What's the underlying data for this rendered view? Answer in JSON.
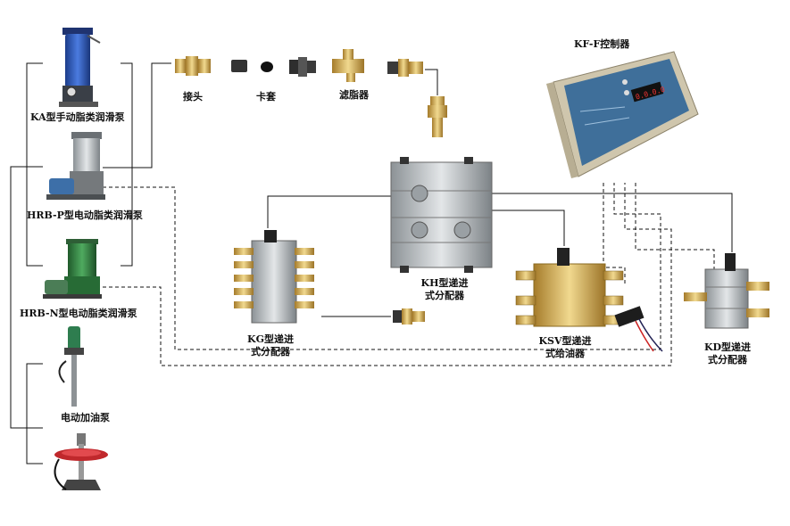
{
  "labels": {
    "ka_pump": "KA型手动脂类润滑泵",
    "hrbp_pump": "HRB-P型电动脂类润滑泵",
    "hrbn_pump": "HRB-N型电动脂类润滑泵",
    "electric_pump": "电动加油泵",
    "joint": "接头",
    "ferrule": "卡套",
    "grease_filter": "滤脂器",
    "controller": "KF-F控制器",
    "kh_line1": "KH型递进",
    "kh_line2": "式分配器",
    "kg_line1": "KG型递进",
    "kg_line2": "式分配器",
    "ksv_line1": "KSV型递进",
    "ksv_line2": "式给油器",
    "kd_line1": "KD型递进",
    "kd_line2": "式分配器"
  },
  "colors": {
    "line": "#111111",
    "controller_body": "#3f6f9a",
    "controller_frame": "#c9bfa6",
    "pump_blue": "#2a4fa8",
    "pump_green": "#2f7d3e",
    "pump_gray": "#8f969a",
    "brass": "#d6b25a",
    "steel": "#b9bec2",
    "pump_red": "#c0282c"
  }
}
